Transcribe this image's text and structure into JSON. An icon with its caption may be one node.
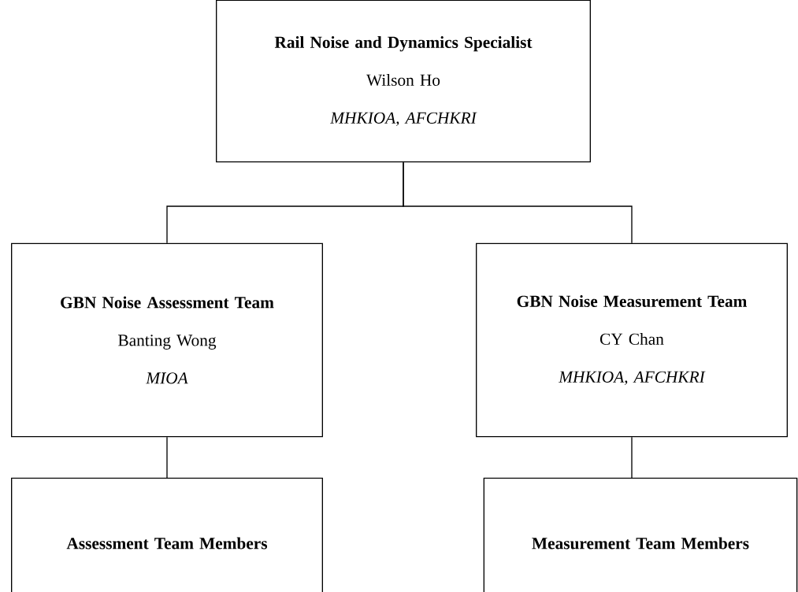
{
  "diagram": {
    "nodes": [
      {
        "text": [
          "Rail Noise and Dynamics Specialist",
          "Wilson Ho",
          "MHKIOA, AFCHKRI"
        ]
      },
      {
        "text": [
          "GBN Noise Assessment Team",
          "Banting Wong",
          "MIOA"
        ]
      },
      {
        "text": [
          "GBN Noise Measurement Team",
          "CY Chan",
          "MHKIOA, AFCHKRI"
        ]
      },
      {
        "text": [
          "Assessment Team Members"
        ]
      },
      {
        "text": [
          "Measurement Team Members"
        ]
      }
    ],
    "edges": [
      {
        "from": 0,
        "to": 1,
        "arrow": "none"
      },
      {
        "from": 0,
        "to": 2,
        "arrow": "none"
      },
      {
        "from": 1,
        "to": 3,
        "arrow": "none"
      },
      {
        "from": 2,
        "to": 4,
        "arrow": "none"
      }
    ]
  }
}
